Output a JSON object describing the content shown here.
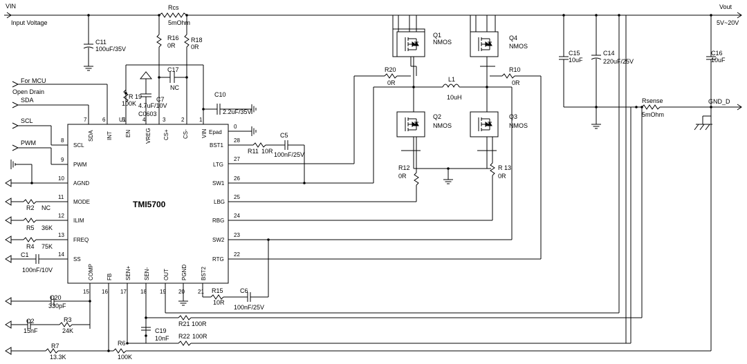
{
  "diagram": {
    "chip": {
      "name": "TMI5700",
      "pins": {
        "p1": {
          "num": "1",
          "name": "VIN"
        },
        "p2": {
          "num": "2",
          "name": "CS-"
        },
        "p3": {
          "num": "3",
          "name": "CS+"
        },
        "p4": {
          "num": "4",
          "name": "VREG"
        },
        "p5": {
          "num": "5",
          "name": "EN"
        },
        "p6": {
          "num": "6",
          "name": "INT"
        },
        "p7": {
          "num": "7",
          "name": "SDA"
        },
        "p8": {
          "num": "8",
          "name": "SCL"
        },
        "p9": {
          "num": "9",
          "name": "PWM"
        },
        "p10": {
          "num": "10",
          "name": "AGND"
        },
        "p11": {
          "num": "11",
          "name": "MODE"
        },
        "p12": {
          "num": "12",
          "name": "ILIM"
        },
        "p13": {
          "num": "13",
          "name": "FREQ"
        },
        "p14": {
          "num": "14",
          "name": "SS"
        },
        "p15": {
          "num": "15",
          "name": "COMP"
        },
        "p16": {
          "num": "16",
          "name": "FB"
        },
        "p17": {
          "num": "17",
          "name": "SEN+"
        },
        "p18": {
          "num": "18",
          "name": "SEN-"
        },
        "p19": {
          "num": "19",
          "name": "OUT"
        },
        "p20": {
          "num": "20",
          "name": "PGND"
        },
        "p21": {
          "num": "21",
          "name": "BST2"
        },
        "p22": {
          "num": "22",
          "name": "RTG"
        },
        "p23": {
          "num": "23",
          "name": "SW2"
        },
        "p24": {
          "num": "24",
          "name": "RBG"
        },
        "p25": {
          "num": "25",
          "name": "LBG"
        },
        "p26": {
          "num": "26",
          "name": "SW1"
        },
        "p27": {
          "num": "27",
          "name": "LTG"
        },
        "p28": {
          "num": "28",
          "name": "BST1"
        },
        "p0": {
          "num": "0",
          "name": "Epad"
        }
      }
    },
    "nets": {
      "vin": "VIN",
      "vin_desc": "Input Voltage",
      "vout": "Vout",
      "vout_desc": "5V~20V",
      "gnd_d": "GND_D",
      "for_mcu": "For MCU",
      "open_drain": "Open Drain",
      "sda": "SDA",
      "scl": "SCL",
      "pwm": "PWM",
      "u1": "U1"
    },
    "components": {
      "rcs": {
        "ref": "Rcs",
        "val": "5mOhm"
      },
      "c11": {
        "ref": "C11",
        "val": "100uF/35V"
      },
      "r16": {
        "ref": "R16",
        "val": "0R"
      },
      "r18": {
        "ref": "R18",
        "val": "0R"
      },
      "c17": {
        "ref": "C17",
        "val": "NC"
      },
      "r19": {
        "ref": "R 19",
        "val": "100K"
      },
      "c7": {
        "ref": "C7",
        "val": "4.7uF/10V",
        "pkg": "C0603"
      },
      "c10": {
        "ref": "C10",
        "val": "2.2uF/35V"
      },
      "r11": {
        "ref": "R11",
        "val": "10R"
      },
      "c5": {
        "ref": "C5",
        "val": "100nF/25V"
      },
      "q1": {
        "ref": "Q1",
        "val": "NMOS"
      },
      "q2": {
        "ref": "Q2",
        "val": "NMOS"
      },
      "q3": {
        "ref": "Q3",
        "val": "NMOS"
      },
      "q4": {
        "ref": "Q4",
        "val": "NMOS"
      },
      "r20": {
        "ref": "R20",
        "val": "0R"
      },
      "r10": {
        "ref": "R10",
        "val": "0R"
      },
      "l1": {
        "ref": "L1",
        "val": "10uH"
      },
      "r12": {
        "ref": "R12",
        "val": "0R"
      },
      "r13": {
        "ref": "R 13",
        "val": "0R"
      },
      "c15": {
        "ref": "C15",
        "val": "10uF"
      },
      "c14": {
        "ref": "C14",
        "val": "220uF/25V"
      },
      "c16": {
        "ref": "C16",
        "val": "10uF"
      },
      "rsense": {
        "ref": "Rsense",
        "val": "5mOhm"
      },
      "r2": {
        "ref": "R2",
        "val": "NC"
      },
      "r5": {
        "ref": "R5",
        "val": "36K"
      },
      "r4": {
        "ref": "R4",
        "val": "75K"
      },
      "c1": {
        "ref": "C1",
        "val": "100nF/10V"
      },
      "c20": {
        "ref": "C20",
        "val": "330pF"
      },
      "c2": {
        "ref": "C2",
        "val": "15nF"
      },
      "r3": {
        "ref": "R3",
        "val": "24K"
      },
      "r7": {
        "ref": "R7",
        "val": "13.3K"
      },
      "r6": {
        "ref": "R6",
        "val": "100K"
      },
      "r15": {
        "ref": "R15",
        "val": "10R"
      },
      "c6": {
        "ref": "C6",
        "val": "100nF/25V"
      },
      "c19": {
        "ref": "C19",
        "val": "10nF"
      },
      "r21": {
        "ref": "R21",
        "val": "100R"
      },
      "r22": {
        "ref": "R22",
        "val": "100R"
      }
    }
  }
}
